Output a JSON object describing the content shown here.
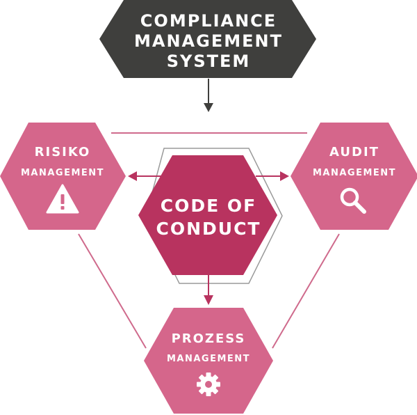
{
  "nodes": {
    "top": {
      "line1": "COMPLIANCE",
      "line2": "MANAGEMENT",
      "line3": "SYSTEM"
    },
    "center": {
      "line1": "CODE OF",
      "line2": "CONDUCT"
    },
    "left": {
      "title": "RISIKO",
      "subtitle": "MANAGEMENT",
      "icon": "warning-icon"
    },
    "right": {
      "title": "AUDIT",
      "subtitle": "MANAGEMENT",
      "icon": "search-icon"
    },
    "bottom": {
      "title": "PROZESS",
      "subtitle": "MANAGEMENT",
      "icon": "gear-icon"
    }
  },
  "colors": {
    "top_fill": "#3f3f3d",
    "center_fill": "#b8335f",
    "outer_fill": "#d5668b",
    "line": "#cf6a8c",
    "outline": "#9a9a9a",
    "arrow_dark": "#3f3f3d"
  }
}
